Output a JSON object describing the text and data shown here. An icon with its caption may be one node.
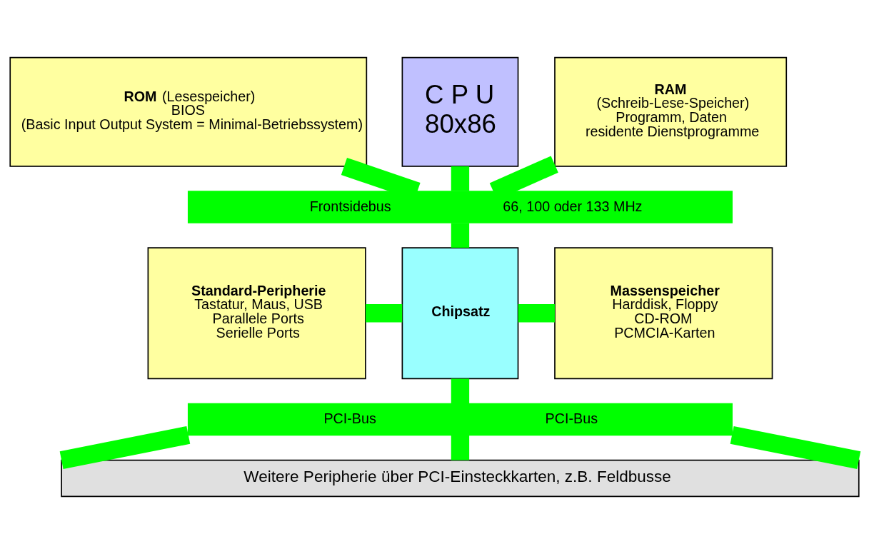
{
  "diagram": {
    "nodes": [
      {
        "text": [
          "**ROM** (Lesespeicher)",
          "BIOS",
          "(Basic Input Output System = Minimal-Betriebssystem)"
        ]
      },
      {
        "text": [
          "C P U",
          "80x86"
        ]
      },
      {
        "text": [
          "RAM",
          "(Schreib-Lese-Speicher)",
          "Programm, Daten",
          "residente Dienstprogramme"
        ]
      },
      {
        "text": [
          "Frontsidebus",
          "66, 100 oder 133 MHz"
        ]
      },
      {
        "text": [
          "Standard-Peripherie",
          "Tastatur, Maus, USB",
          "Parallele Ports",
          "Serielle Ports"
        ]
      },
      {
        "text": [
          "Chipsatz"
        ]
      },
      {
        "text": [
          "Massenspeicher",
          "Harddisk, Floppy",
          "CD-ROM",
          "PCMCIA-Karten"
        ]
      },
      {
        "text": [
          "PCI-Bus",
          "PCI-Bus"
        ]
      },
      {
        "text": [
          "Weitere Peripherie über PCI-Einsteckkarten, z.B. Feldbusse"
        ]
      }
    ],
    "edges": [
      {
        "from": 0,
        "to": 3,
        "arrow": "none"
      },
      {
        "from": 1,
        "to": 3,
        "arrow": "none"
      },
      {
        "from": 2,
        "to": 3,
        "arrow": "none"
      },
      {
        "from": 3,
        "to": 5,
        "arrow": "none"
      },
      {
        "from": 4,
        "to": 5,
        "arrow": "none"
      },
      {
        "from": 5,
        "to": 6,
        "arrow": "none"
      },
      {
        "from": 5,
        "to": 7,
        "arrow": "none"
      },
      {
        "from": 7,
        "to": 8,
        "arrow": "none"
      },
      {
        "from": 7,
        "to": 8,
        "arrow": "none"
      },
      {
        "from": 7,
        "to": 8,
        "arrow": "none"
      }
    ]
  }
}
